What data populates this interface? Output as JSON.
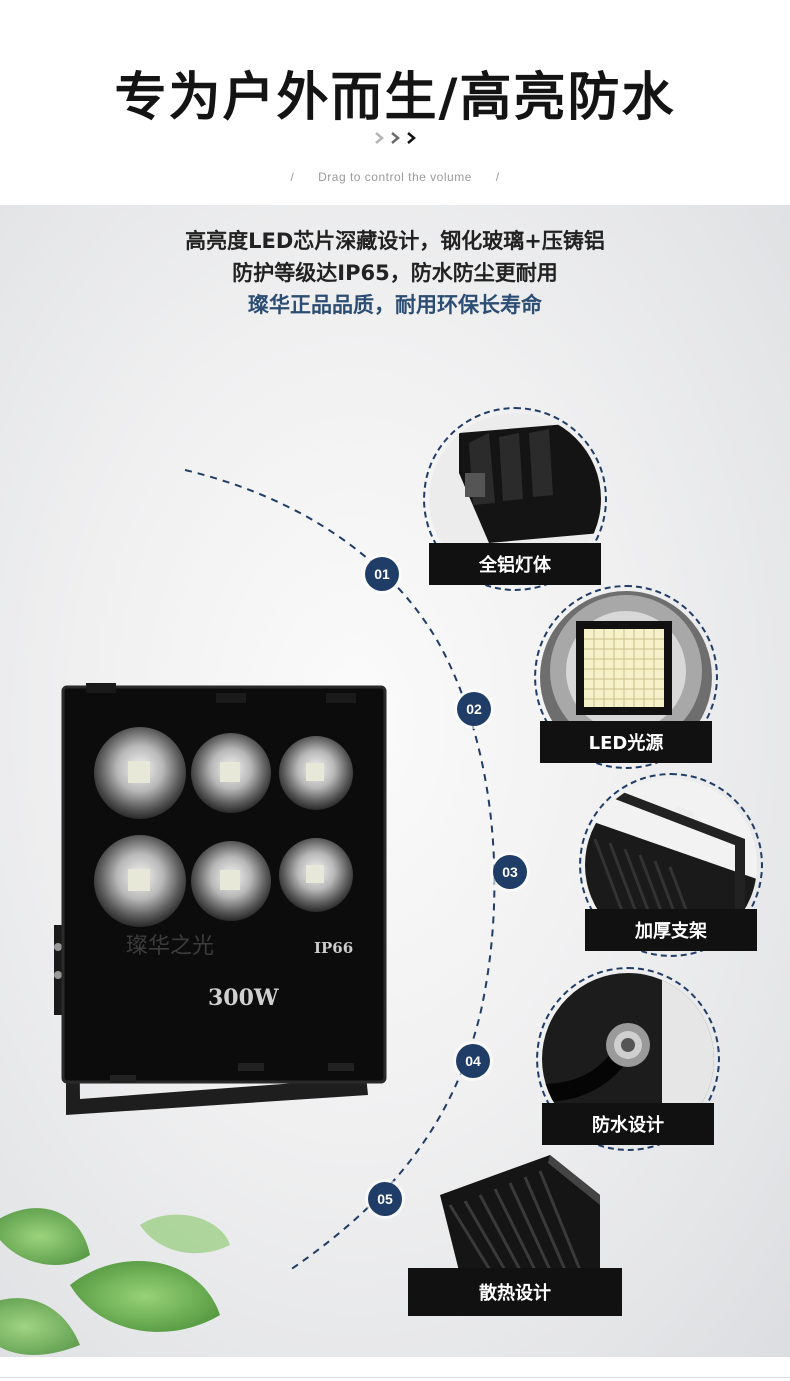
{
  "header": {
    "title": "专为户外而生/高亮防水",
    "slash_left": "/",
    "subtitle_en": "Drag  to control the  volume",
    "slash_right": "/"
  },
  "description": {
    "line1": "高亮度LED芯片深藏设计，钢化玻璃+压铸铝",
    "line2": "防护等级达IP65，防水防尘更耐用",
    "line3": "璨华正品品质，耐用环保长寿命"
  },
  "product": {
    "brand_watermark": "璨华之光",
    "ip_rating": "IP66",
    "wattage": "300W"
  },
  "features": [
    {
      "number": "01",
      "label": "全铝灯体",
      "icon": "aluminum-body-icon"
    },
    {
      "number": "02",
      "label": "LED光源",
      "icon": "led-chip-icon"
    },
    {
      "number": "03",
      "label": "加厚支架",
      "icon": "bracket-icon"
    },
    {
      "number": "04",
      "label": "防水设计",
      "icon": "waterproof-connector-icon"
    },
    {
      "number": "05",
      "label": "散热设计",
      "icon": "heat-sink-icon"
    }
  ],
  "colors": {
    "accent": "#1f3d66",
    "title": "#141414",
    "highlight_text": "#2c4d73",
    "label_bg": "#111111"
  }
}
